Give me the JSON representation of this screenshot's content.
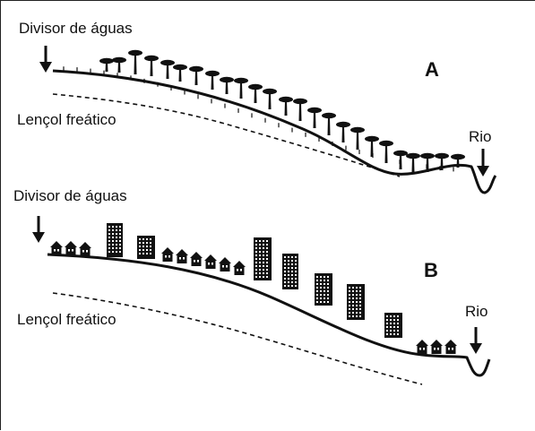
{
  "panel_a": {
    "letter": "A",
    "divisor_label": "Divisor de águas",
    "lencol_label": "Lençol freático",
    "rio_label": "Rio"
  },
  "panel_b": {
    "letter": "B",
    "divisor_label": "Divisor de águas",
    "lencol_label": "Lençol freático",
    "rio_label": "Rio"
  },
  "colors": {
    "ink": "#111111",
    "frame": "#222222",
    "background": "#ffffff"
  },
  "icons": [
    "down-arrow-icon",
    "tree-icon",
    "house-icon",
    "building-icon",
    "river-channel-icon"
  ]
}
